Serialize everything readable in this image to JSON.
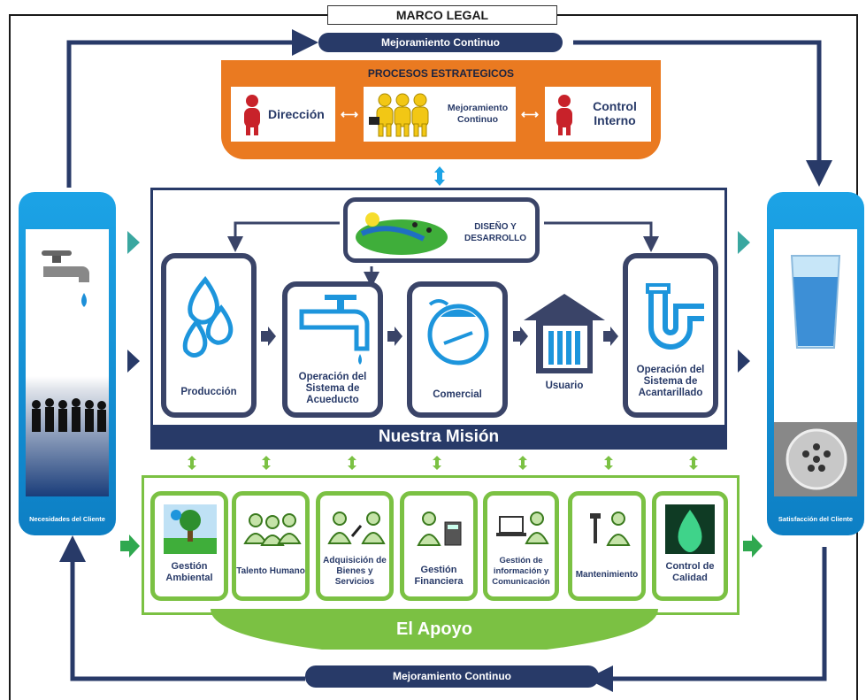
{
  "frame_title": "MARCO LEGAL",
  "improvement_top": "Mejoramiento Continuo",
  "improvement_bottom": "Mejoramiento Continuo",
  "strategic": {
    "title": "PROCESOS ESTRATEGICOS",
    "items": [
      "Dirección",
      "Mejoramiento Continuo",
      "Control Interno"
    ]
  },
  "customer_needs": "Necesidades del Cliente",
  "customer_satisfaction": "Satisfacción del Cliente",
  "mission": {
    "title": "Nuestra Misión",
    "design": "DISEÑO Y DESARROLLO",
    "processes": [
      "Producción",
      "Operación del Sistema de Acueducto",
      "Comercial",
      "Usuario",
      "Operación del Sistema de Acantarillado"
    ]
  },
  "support": {
    "title": "El Apoyo",
    "items": [
      "Gestión Ambiental",
      "Talento Humano",
      "Adquisición de Bienes y Servicios",
      "Gestión Financiera",
      "Gestión de información y Comunicación",
      "Mantenimiento",
      "Control de Calidad"
    ]
  },
  "colors": {
    "navy": "#283a68",
    "orange": "#ea7a21",
    "green": "#7bc143",
    "blue": "#1ca3e6",
    "teal": "#3aa7a0"
  },
  "icons": [
    "faucet-icon",
    "people-silhouette-icon",
    "water-glass-icon",
    "drain-icon",
    "water-drops-icon",
    "tap-icon",
    "meter-icon",
    "house-icon",
    "pipe-icon"
  ]
}
